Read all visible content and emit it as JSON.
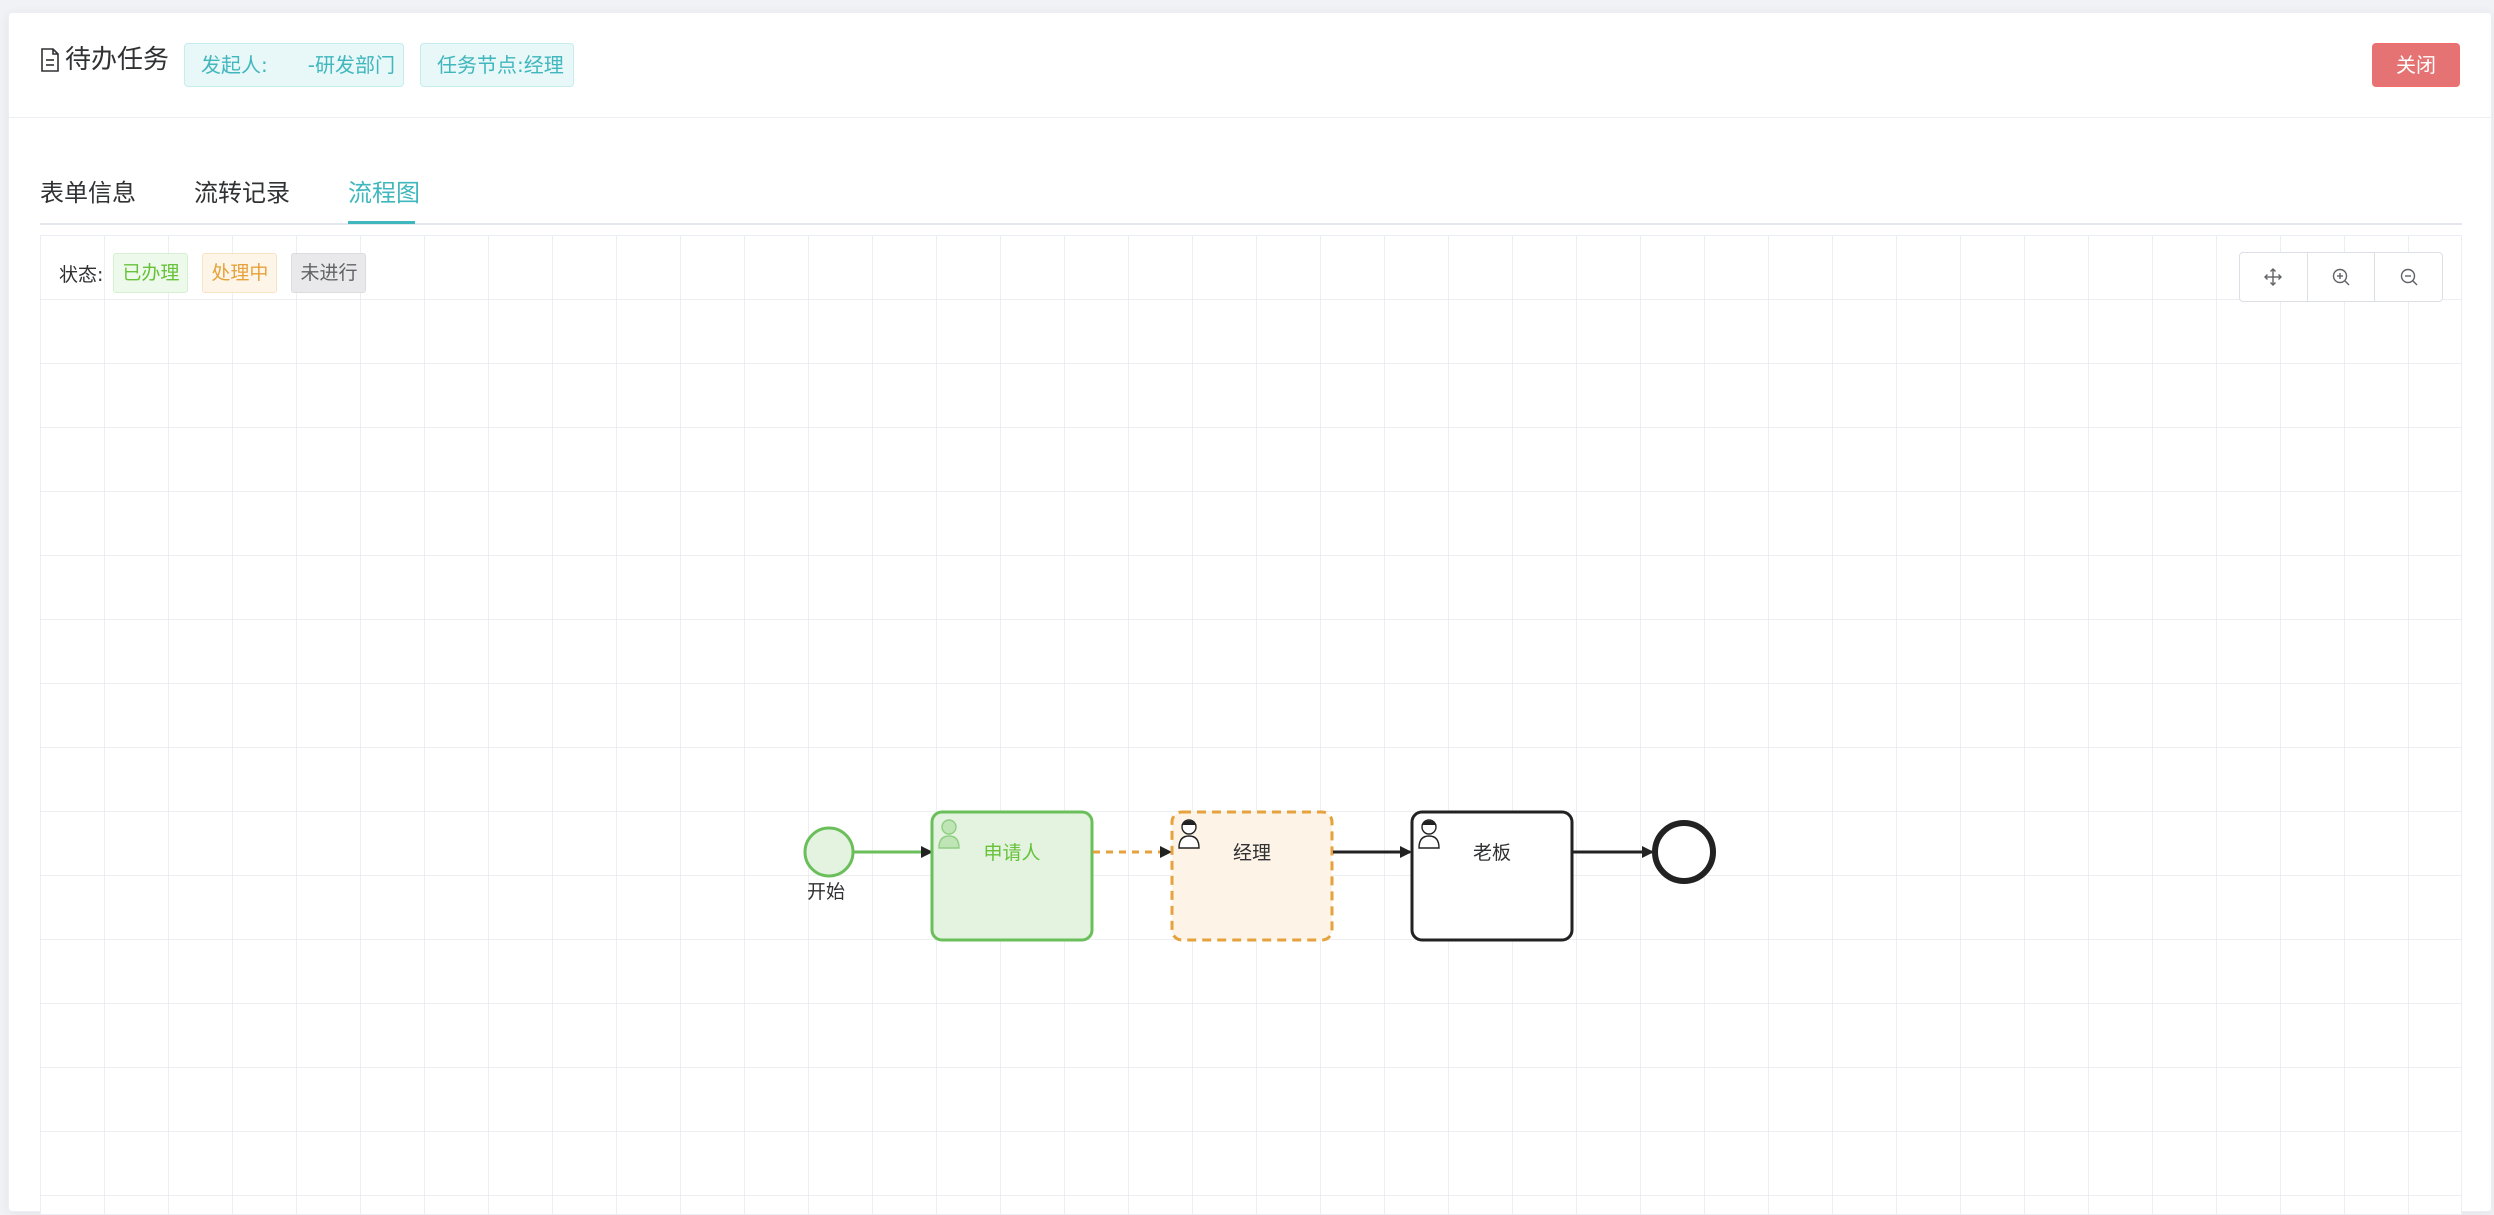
{
  "header": {
    "title": "待办任务",
    "initiator_tag": "发起人:　　-研发部门",
    "node_tag": "任务节点:经理",
    "close_label": "关闭"
  },
  "tabs": [
    {
      "label": "表单信息",
      "active": false
    },
    {
      "label": "流转记录",
      "active": false
    },
    {
      "label": "流程图",
      "active": true
    }
  ],
  "legend": {
    "label": "状态:",
    "done": "已办理",
    "doing": "处理中",
    "todo": "未进行"
  },
  "toolbar": {
    "fit_icon": "move-icon",
    "zoom_in_icon": "zoom-in-icon",
    "zoom_out_icon": "zoom-out-icon"
  },
  "process": {
    "start_label": "开始",
    "tasks": [
      {
        "label": "申请人",
        "status": "done"
      },
      {
        "label": "经理",
        "status": "doing"
      },
      {
        "label": "老板",
        "status": "todo"
      }
    ]
  },
  "colors": {
    "accent": "#3fb7bd",
    "done": "#67c23a",
    "doing": "#e6a23c",
    "todo": "#222222",
    "danger": "#e57373"
  }
}
